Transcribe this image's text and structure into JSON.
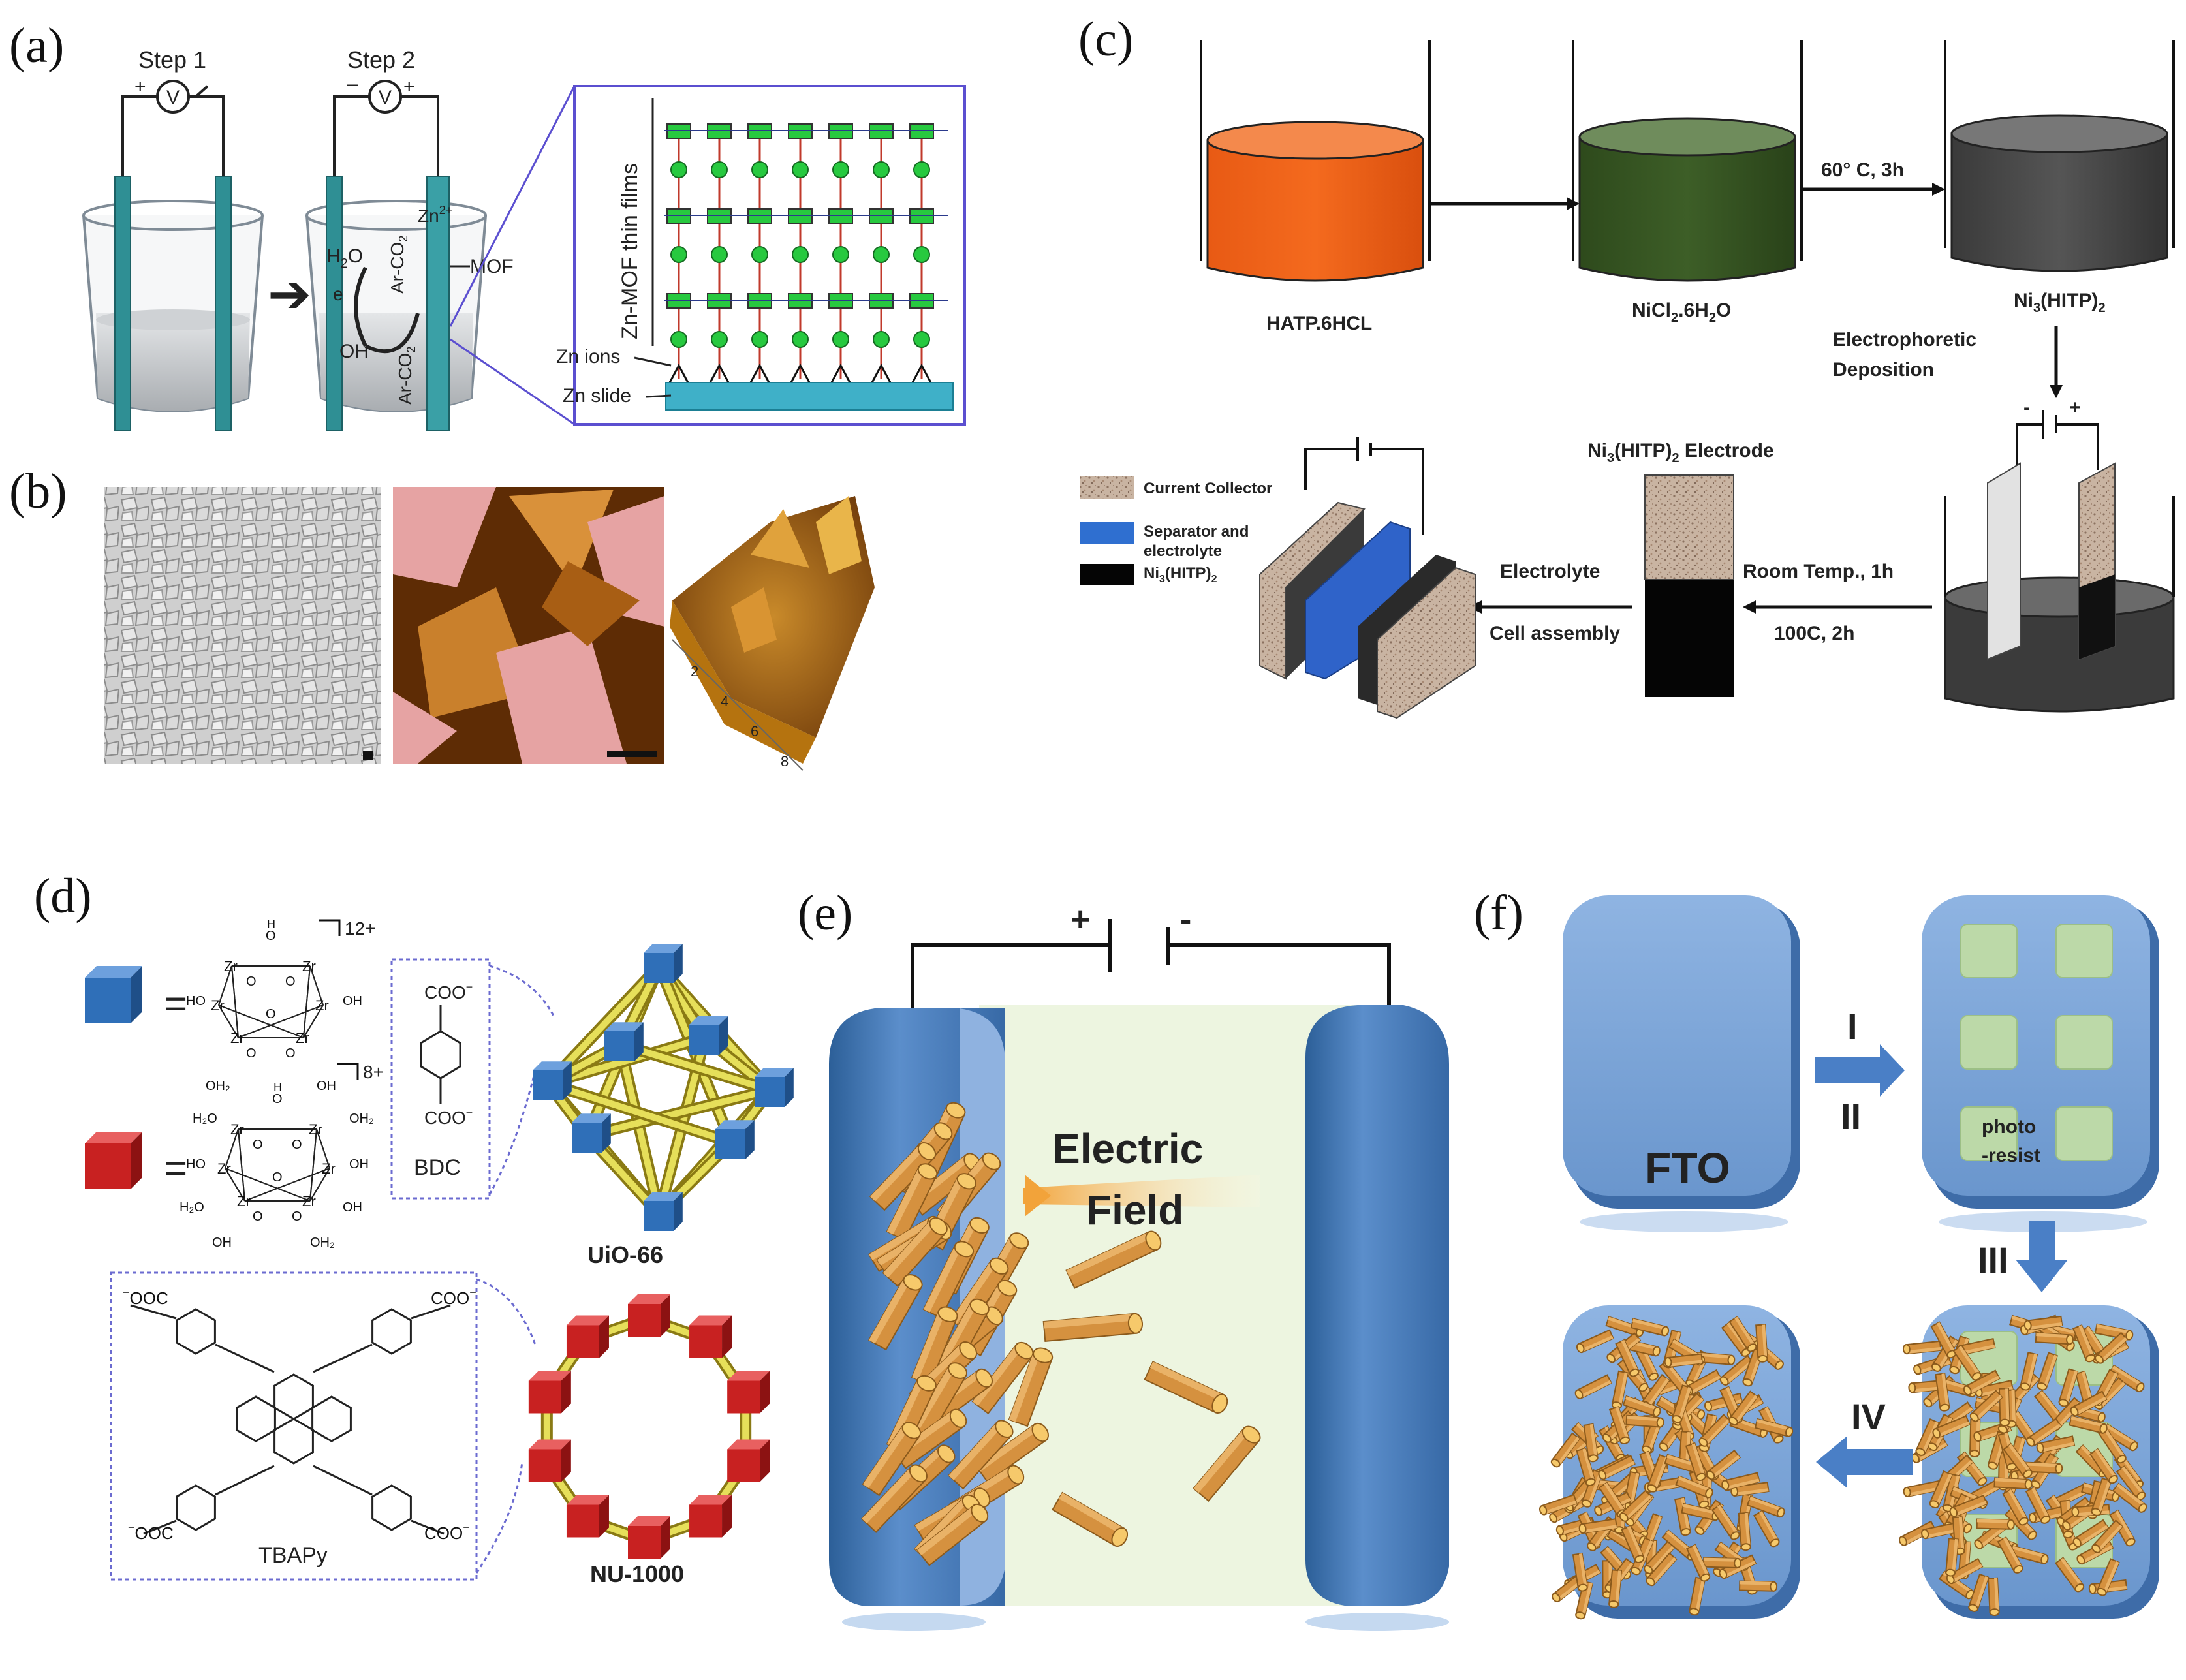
{
  "colors": {
    "accent_blue": "#3b73c4",
    "electrode_teal": "#2f8f94",
    "zr_blue": "#2f6fb8",
    "zr_red": "#c82121",
    "linker_yellow": "#d8d24a",
    "rod_orange": "#d5913f",
    "fto_blue": "#7ea6d8",
    "pad_green": "#bcd9a8"
  },
  "panels": {
    "a": {
      "label": "(a)",
      "step1": "Step 1",
      "step2": "Step 2",
      "meter": "V",
      "plus": "+",
      "minus": "−",
      "h2o": "H",
      "h2o_sub": "2",
      "h2o_end": "O",
      "e": "e",
      "oh": "OH",
      "ar_co2_top": "Ar-CO",
      "ar_co2_bottom": "Ar-CO",
      "co2_sub": "2",
      "zn": "Zn",
      "zn_sup": "2+",
      "mof": "MOF",
      "film_label": "Zn-MOF thin films",
      "zn_ions": "Zn ions",
      "zn_slide": "Zn slide"
    },
    "b": {
      "label": "(b)",
      "ticks": [
        "2",
        "4",
        "6",
        "8"
      ]
    },
    "c": {
      "label": "(c)",
      "beaker1": "HATP.6HCL",
      "beaker2_pre": "NiCl",
      "beaker2_sub": "2",
      "beaker2_post": ".6H",
      "beaker2_sub2": "2",
      "beaker2_end": "O",
      "beaker3_pre": "Ni",
      "beaker3_sub": "3",
      "beaker3_mid": "(HITP)",
      "beaker3_sub2": "2",
      "cond1": "60° C, 3h",
      "epd1": "Electrophoretic",
      "epd2": "Deposition",
      "minus": "-",
      "plus": "+",
      "electrode_pre": "Ni",
      "electrode_sub": "3",
      "electrode_mid": "(HITP)",
      "electrode_sub2": "2",
      "electrode_end": " Electrode",
      "room_temp": "Room Temp., 1h",
      "temp100": "100C, 2h",
      "electrolyte": "Electrolyte",
      "cell_assembly": "Cell assembly",
      "legend1": "Current Collector",
      "legend2a": "Separator and",
      "legend2b": "electrolyte",
      "legend3_pre": "Ni",
      "legend3_sub": "3",
      "legend3_mid": "(HITP)",
      "legend3_sub2": "2"
    },
    "d": {
      "label": "(d)",
      "eq": "=",
      "charge1": "12+",
      "charge2": "8+",
      "coo_top": "COO",
      "coo_bottom": "COO",
      "minus_sup": "−",
      "bdc": "BDC",
      "uio": "UiO-66",
      "nu": "NU-1000",
      "tbapy": "TBAPy",
      "ooc_left": "OOC",
      "coo_right": "COO",
      "zr": "Zr",
      "o": "O",
      "h": "H",
      "ho": "HO",
      "oh": "OH",
      "oh2": "OH₂",
      "h2o": "H₂O"
    },
    "e": {
      "label": "(e)",
      "plus": "+",
      "minus": "-",
      "field1": "Electric",
      "field2": "Field"
    },
    "f": {
      "label": "(f)",
      "fto": "FTO",
      "photo1": "photo",
      "photo2": "-resist",
      "step1": "I",
      "step2": "II",
      "step3": "III",
      "step4": "IV"
    }
  }
}
